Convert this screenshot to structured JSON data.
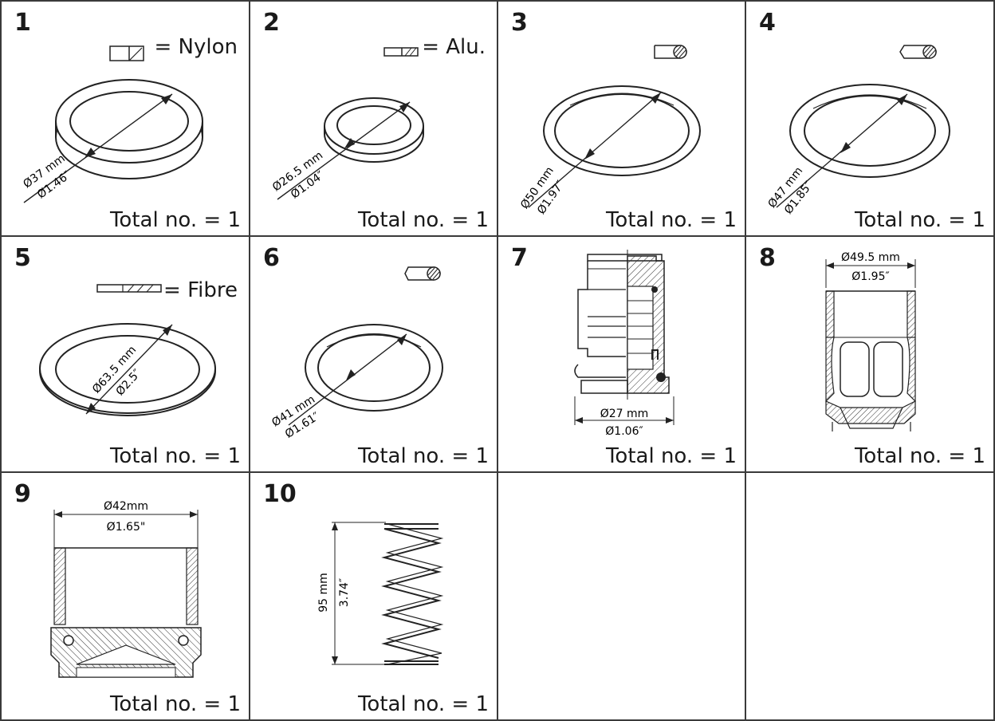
{
  "cells": [
    {
      "number": "1",
      "total": "Total no. = 1",
      "legend": "= Nylon",
      "dim_mm": "Ø37 mm",
      "dim_in": "Ø1.46″"
    },
    {
      "number": "2",
      "total": "Total no. = 1",
      "legend": "= Alu.",
      "dim_mm": "Ø26.5 mm",
      "dim_in": "Ø1.04″"
    },
    {
      "number": "3",
      "total": "Total no. = 1",
      "dim_mm": "Ø50 mm",
      "dim_in": "Ø1.97″"
    },
    {
      "number": "4",
      "total": "Total no. = 1",
      "dim_mm": "Ø47 mm",
      "dim_in": "Ø1.85″"
    },
    {
      "number": "5",
      "total": "Total no. = 1",
      "legend": "= Fibre",
      "dim_mm": "Ø63.5 mm",
      "dim_in": "Ø2.5″"
    },
    {
      "number": "6",
      "total": "Total no. = 1",
      "dim_mm": "Ø41 mm",
      "dim_in": "Ø1.61″"
    },
    {
      "number": "7",
      "total": "Total no. = 1",
      "dim_mm": "Ø27 mm",
      "dim_in": "Ø1.06″"
    },
    {
      "number": "8",
      "total": "Total no. = 1",
      "dim_mm": "Ø49.5 mm",
      "dim_in": "Ø1.95″"
    },
    {
      "number": "9",
      "total": "Total no. = 1",
      "dim_mm": "Ø42mm",
      "dim_in": "Ø1.65\""
    },
    {
      "number": "10",
      "total": "Total no. = 1",
      "dim_mm": "95 mm",
      "dim_in": "3.74″"
    }
  ]
}
